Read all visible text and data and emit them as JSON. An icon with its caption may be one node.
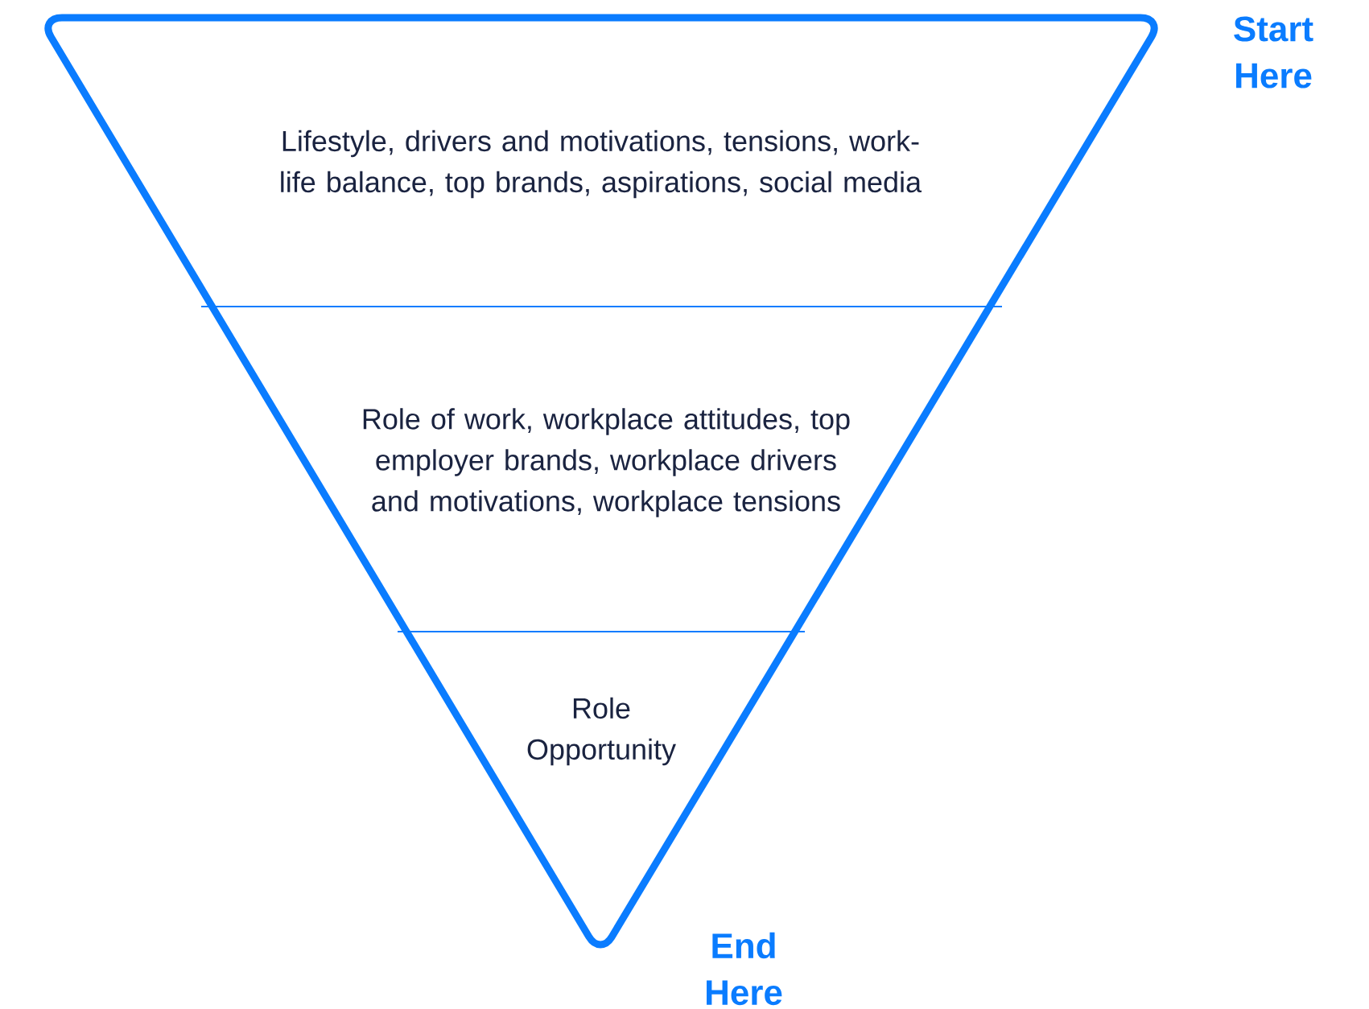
{
  "diagram": {
    "nodes": [
      {
        "text": [
          "Lifestyle, drivers and motivations, tensions, work-life balance, top brands, aspirations, social media"
        ]
      },
      {
        "text": [
          "Role of work, workplace attitudes, top employer brands, workplace drivers and motivations, workplace tensions"
        ]
      },
      {
        "text": [
          "Role Opportunity"
        ]
      }
    ],
    "labels": [
      "Start Here",
      "End Here"
    ]
  }
}
